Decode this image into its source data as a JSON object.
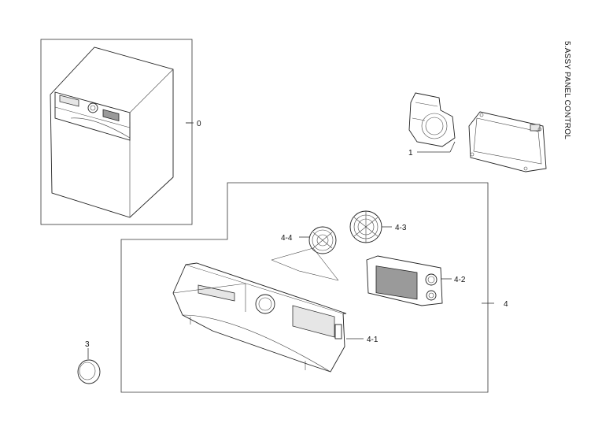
{
  "title": "5.ASSY PANEL CONTROL",
  "labels": {
    "p0": "0",
    "p1": "1",
    "p3": "3",
    "p4": "4",
    "p4_1": "4-1",
    "p4_2": "4-2",
    "p4_3": "4-3",
    "p4_4": "4-4"
  }
}
